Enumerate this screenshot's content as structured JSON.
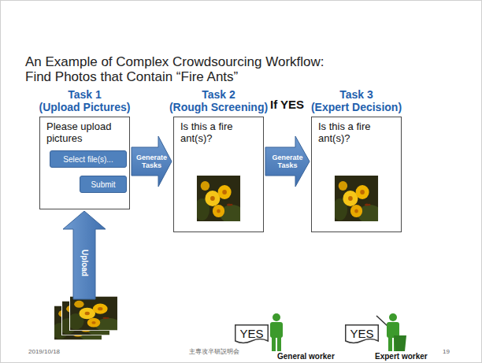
{
  "diagram": {
    "title": "An Example of Complex Crowdsourcing Workflow: Find Photos that Contain “Fire Ants”",
    "nodes": [
      {
        "text": [
          "Task 1",
          "(Upload Pictures)",
          "Please upload pictures"
        ]
      },
      {
        "text": [
          "Select file(s)..."
        ],
        "in": 0
      },
      {
        "text": [
          "Submit"
        ],
        "in": 0
      },
      {
        "text": [
          "Task 2",
          "(Rough Screening)",
          "Is this a fire ant(s)?"
        ]
      },
      {
        "text": [
          "Task 3",
          "(Expert Decision)",
          "Is this a fire ant(s)?"
        ]
      },
      {
        "text": [
          "YES"
        ]
      },
      {
        "text": [
          "YES"
        ]
      }
    ],
    "edges": [
      {
        "from": 0,
        "to": 3,
        "label": "Generate Tasks",
        "arrow": "to"
      },
      {
        "from": 3,
        "to": 4,
        "label": "Generate Tasks",
        "arrow": "to"
      }
    ],
    "labels": [
      "If YES",
      "Upload",
      "General worker",
      "Expert worker",
      "2019/10/18",
      "主専攻卒研説明会",
      "19"
    ]
  }
}
